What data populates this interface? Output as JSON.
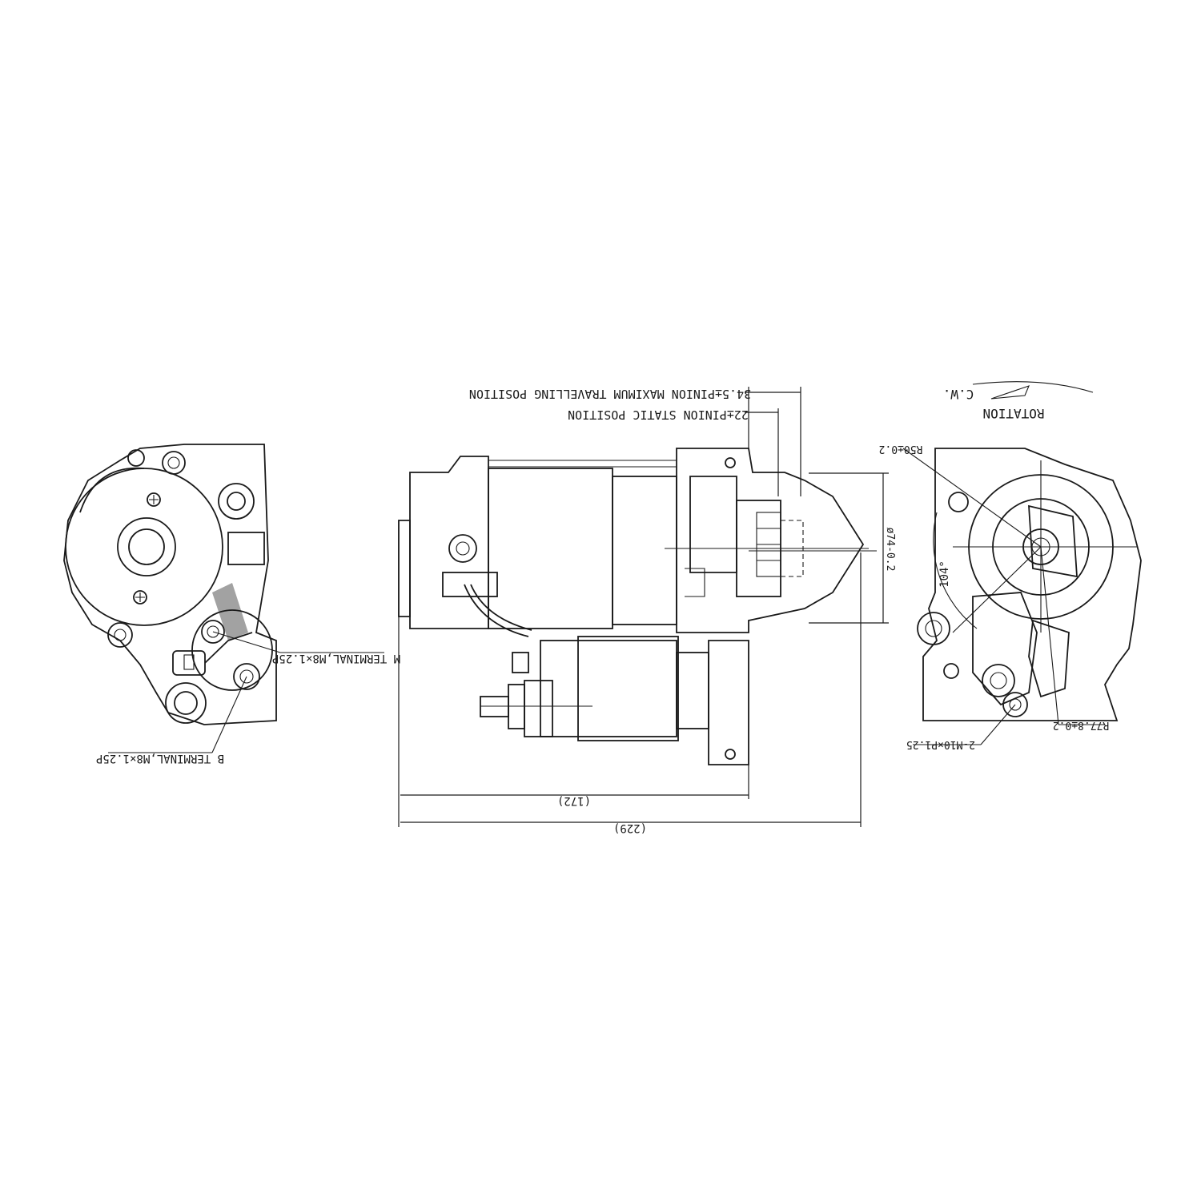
{
  "labels": {
    "m_terminal": "M TERMINAL,M8×1.25P",
    "b_terminal": "B TERMINAL,M8×1.25P",
    "pinion_max": "34.5±PINION MAXIMUM TRAVELLING POSITION",
    "pinion_static": "22±PINION STATIC POSITION",
    "dim_172": "(172)",
    "dim_229": "(229)",
    "diameter": "ø74-0.2",
    "rotation": "ROTATION",
    "cw": "C.W.",
    "r50": "R50±0.2",
    "angle": "104°",
    "bolts": "2-M10×P1.25",
    "r77": "R77.8±0.2"
  }
}
